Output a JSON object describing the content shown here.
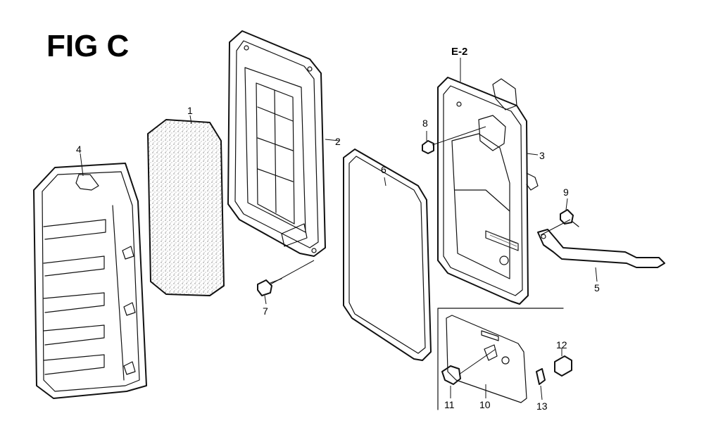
{
  "figure": {
    "title": "FIG C",
    "reference": "E-2"
  },
  "callouts": [
    {
      "key": "c1",
      "text": "1"
    },
    {
      "key": "c2",
      "text": "2"
    },
    {
      "key": "c3",
      "text": "3"
    },
    {
      "key": "c4",
      "text": "4"
    },
    {
      "key": "c5",
      "text": "5"
    },
    {
      "key": "c6",
      "text": "6"
    },
    {
      "key": "c7",
      "text": "7"
    },
    {
      "key": "c8",
      "text": "8"
    },
    {
      "key": "c9",
      "text": "9"
    },
    {
      "key": "c10",
      "text": "10"
    },
    {
      "key": "c11",
      "text": "11"
    },
    {
      "key": "c12",
      "text": "12"
    },
    {
      "key": "c13",
      "text": "13"
    }
  ]
}
